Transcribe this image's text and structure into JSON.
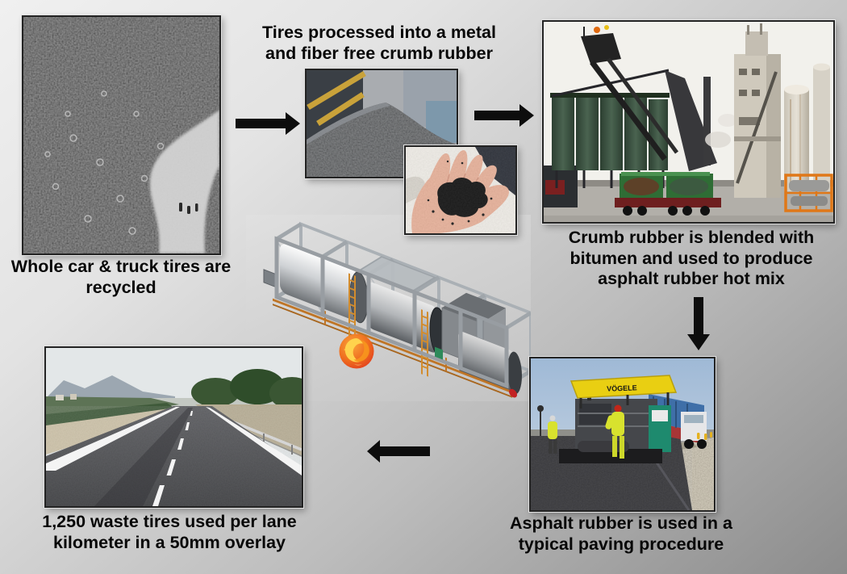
{
  "captions": {
    "tires": "Whole car & truck tires are recycled",
    "crumb": "Tires processed into a metal and fiber free crumb rubber",
    "plant": "Crumb rubber is blended with bitumen and used to produce asphalt rubber hot mix",
    "paver": "Asphalt rubber is used in a typical paving procedure",
    "road": "1,250 waste tires used per lane kilometer in a 50mm overlay"
  },
  "photos": {
    "paver": {
      "brand": "VÖGELE"
    }
  },
  "icons": {
    "phoenix_logo": "phoenix-bird-in-red-circle",
    "flow_arrow": "solid-black-arrow"
  },
  "colors": {
    "arrow": "#0d0d0d",
    "caption_text": "#070707",
    "background_light": "#f0f0f0",
    "background_dark": "#8c8c8c",
    "phoenix_red": "#e03c20",
    "phoenix_orange": "#f7941d",
    "phoenix_yellow": "#ffd34d",
    "plant_silo_green": "#3d5743",
    "plant_skid_orange": "#e07818",
    "paver_canopy_yellow": "#e9cf12",
    "hivis_yellow": "#d8e22e"
  }
}
